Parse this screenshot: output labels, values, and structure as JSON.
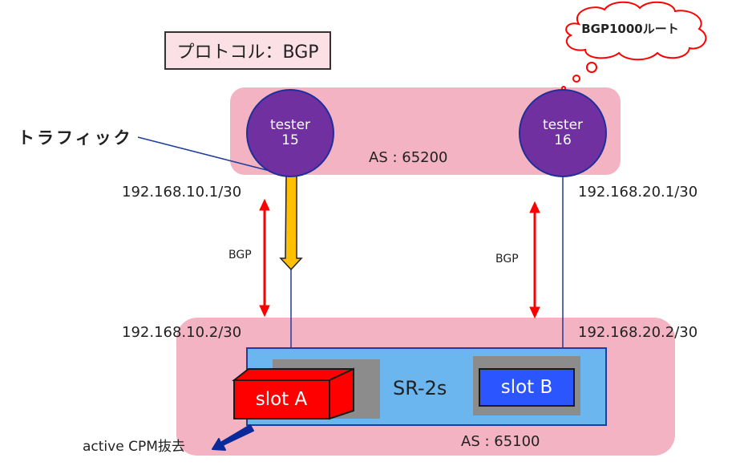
{
  "protocol_box": {
    "text": "プロトコル：BGP"
  },
  "thought_cloud": {
    "text": "BGP1000ルート"
  },
  "traffic_label": "トラフィック",
  "as_top": {
    "label": "AS : 65200"
  },
  "as_bottom": {
    "label": "AS : 65100"
  },
  "testers": [
    {
      "line1": "tester",
      "line2": "15"
    },
    {
      "line1": "tester",
      "line2": "16"
    }
  ],
  "ip_labels": {
    "tester15_side": "192.168.10.1/30",
    "tester16_side": "192.168.20.1/30",
    "sr_left_side": "192.168.10.2/30",
    "sr_right_side": "192.168.20.2/30"
  },
  "bgp_labels": {
    "left": "BGP",
    "right": "BGP"
  },
  "router": {
    "name": "SR-2s",
    "slot_a": "slot A",
    "slot_b": "slot B"
  },
  "action_label": "active CPM抜去",
  "colors": {
    "as_zone": "#f3b3c3",
    "tester": "#7030a0",
    "router_body": "#6cb6ef",
    "slot_a": "#ff0000",
    "slot_b": "#2a55ff",
    "traffic_arrow": "#ffc000",
    "bgp_arrow": "#ff0000",
    "link": "#1f3d9a"
  }
}
